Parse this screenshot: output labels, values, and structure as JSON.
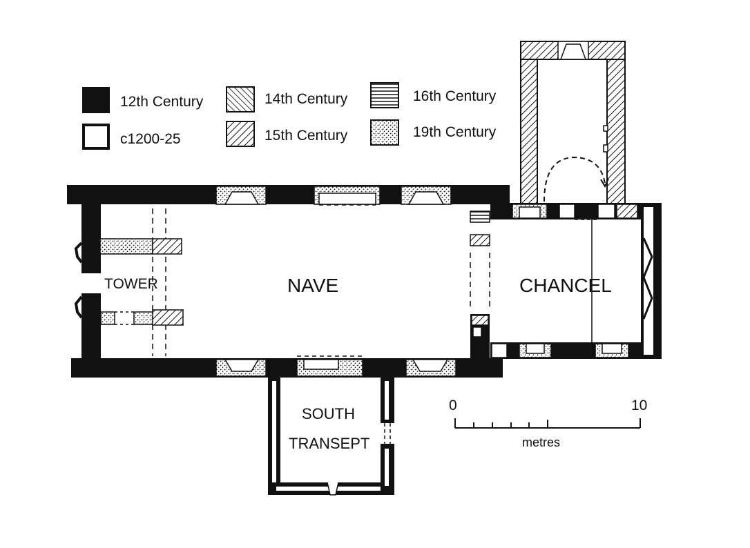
{
  "legend": {
    "items": [
      {
        "label": "12th Century",
        "pattern": "solid"
      },
      {
        "label": "c1200-25",
        "pattern": "blank"
      },
      {
        "label": "14th Century",
        "pattern": "hatch-back"
      },
      {
        "label": "15th Century",
        "pattern": "hatch-forward"
      },
      {
        "label": "16th Century",
        "pattern": "horizontal"
      },
      {
        "label": "19th Century",
        "pattern": "stipple"
      }
    ]
  },
  "rooms": {
    "tower": "TOWER",
    "nave": "NAVE",
    "chancel": "CHANCEL",
    "transept_line1": "SOUTH",
    "transept_line2": "TRANSEPT"
  },
  "scale": {
    "min": "0",
    "max": "10",
    "unit": "metres"
  },
  "colors": {
    "ink": "#111111",
    "paper": "#ffffff"
  }
}
